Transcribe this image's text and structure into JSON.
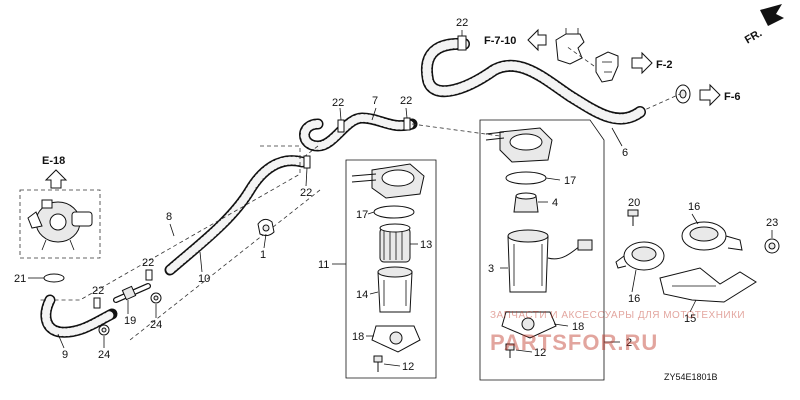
{
  "diagram": {
    "callouts": {
      "c1": "1",
      "c2": "2",
      "c3": "3",
      "c4": "4",
      "c6": "6",
      "c7": "7",
      "c8": "8",
      "c9": "9",
      "c10": "10",
      "c11": "11",
      "c12a": "12",
      "c12b": "12",
      "c13": "13",
      "c14": "14",
      "c15": "15",
      "c16a": "16",
      "c16b": "16",
      "c17a": "17",
      "c17b": "17",
      "c18a": "18",
      "c18b": "18",
      "c19": "19",
      "c20": "20",
      "c21": "21",
      "c22a": "22",
      "c22b": "22",
      "c22c": "22",
      "c22d": "22",
      "c22e": "22",
      "c23": "23",
      "c24a": "24",
      "c24b": "24"
    },
    "refs": {
      "e18": "E-18",
      "f710": "F-7-10",
      "f2": "F-2",
      "f6": "F-6",
      "fr": "FR."
    },
    "diagram_code": "ZY54E1801B",
    "watermark": {
      "line1": "ЗАПЧАСТИ И АКСЕССУАРЫ ДЛЯ МОТОТЕХНИКИ",
      "line2": "PARTSFOR.RU",
      "color": "#c0392b"
    }
  }
}
